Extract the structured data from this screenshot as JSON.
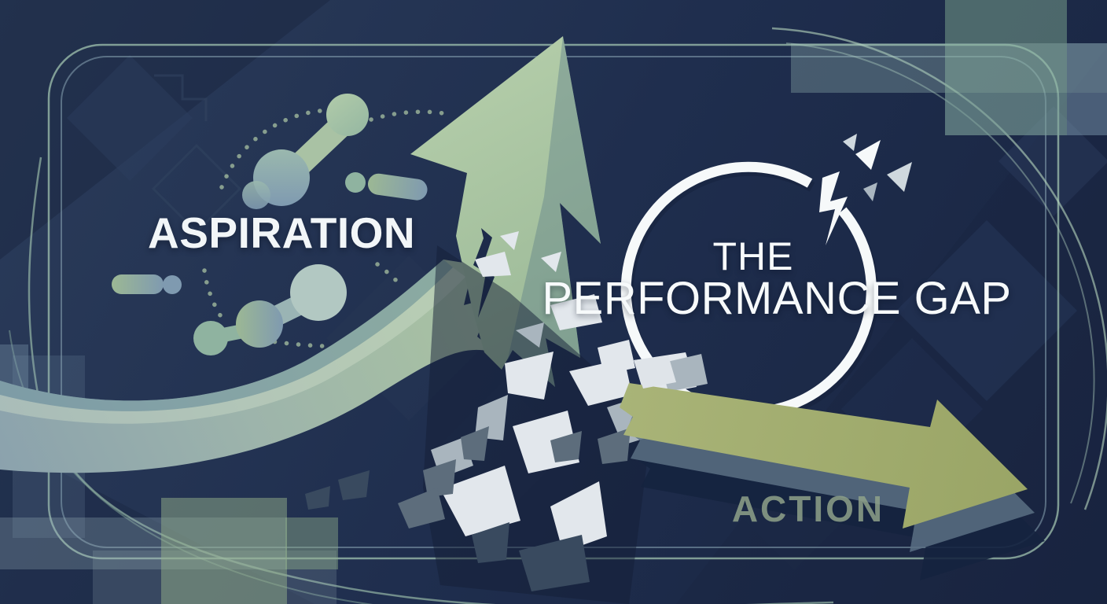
{
  "illustration": {
    "aspiration_label": "ASPIRATION",
    "action_label": "ACTION",
    "title_line1": "THE",
    "title_line2": "PERFORMANCE GAP"
  },
  "colors": {
    "background_navy": "#203050",
    "sage_green": "#9cb894",
    "pale_sage": "#c3d6bb",
    "teal_blue": "#6e93a0",
    "olive_green": "#a3ad70",
    "circle_white": "#f6f9fa",
    "fragment_gray": "#a8b4bd",
    "frame_green": "#aed0b5",
    "action_text": "#8ea189"
  },
  "decor_icons": [
    "upward-arrow-icon",
    "broken-circle-icon",
    "shatter-fragments-icon",
    "downward-arrow-icon",
    "molecule-motif-icon",
    "dotted-arc-icon",
    "rounded-frame-icon",
    "accent-rectangle-icon"
  ]
}
